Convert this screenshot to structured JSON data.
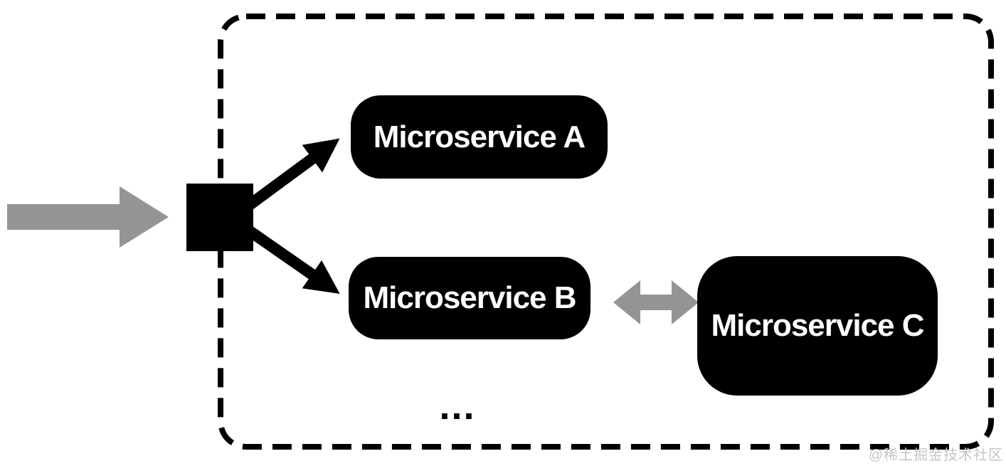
{
  "diagram": {
    "description": "Microservices architecture diagram: an inbound request arrow enters a dashed system boundary through a splitter node that fans out to Microservice A and Microservice B; Microservice B communicates bidirectionally with Microservice C; an ellipsis indicates more services.",
    "boundary": {
      "style": "dashed-rounded-rectangle"
    },
    "nodes": [
      {
        "id": "A",
        "label": "Microservice A"
      },
      {
        "id": "B",
        "label": "Microservice B"
      },
      {
        "id": "C",
        "label": "Microservice C"
      }
    ],
    "splitter": {
      "id": "splitter",
      "shape": "black-square"
    },
    "edges": [
      {
        "from": "inbound",
        "to": "splitter",
        "style": "gray-arrow",
        "direction": "one-way"
      },
      {
        "from": "splitter",
        "to": "A",
        "style": "black-arrow",
        "direction": "one-way"
      },
      {
        "from": "splitter",
        "to": "B",
        "style": "black-arrow",
        "direction": "one-way"
      },
      {
        "from": "B",
        "to": "C",
        "style": "gray-arrow",
        "direction": "two-way"
      }
    ],
    "ellipsis": "...",
    "watermark": "@稀土掘金技术社区",
    "colors": {
      "background": "#ffffff",
      "node_fill": "#000000",
      "node_text": "#ffffff",
      "black_arrow": "#000000",
      "gray_arrow": "#949494",
      "boundary_stroke": "#000000",
      "watermark_text": "#c6c6c6"
    }
  }
}
